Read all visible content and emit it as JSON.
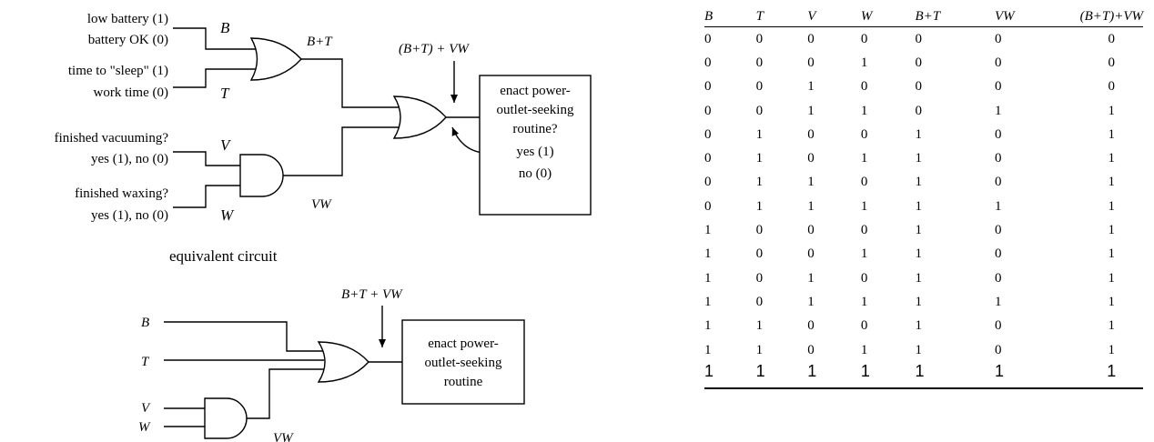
{
  "circuit": {
    "inputs": {
      "B": {
        "line1": "low battery (1)",
        "line2": "battery OK (0)",
        "var": "B"
      },
      "T": {
        "line1": "time to \"sleep\" (1)",
        "line2": "work time (0)",
        "var": "T"
      },
      "V": {
        "line1": "finished vacuuming?",
        "line2": "yes (1), no (0)",
        "var": "V"
      },
      "W": {
        "line1": "finished waxing?",
        "line2": "yes (1), no (0)",
        "var": "W"
      }
    },
    "or_out_label": "B+T",
    "and_out_label": "VW",
    "final_label": "(B+T) + VW",
    "box_lines": [
      "enact power-",
      "outlet-seeking",
      "routine?",
      "yes (1)",
      "no (0)"
    ]
  },
  "equivalent": {
    "title": "equivalent circuit",
    "inputs": [
      "B",
      "T",
      "V",
      "W"
    ],
    "final_label": "B+T + VW",
    "and_out_label": "VW",
    "box_lines": [
      "enact power-",
      "outlet-seeking",
      "routine"
    ]
  },
  "truth_table": {
    "headers": [
      "B",
      "T",
      "V",
      "W",
      "B+T",
      "VW",
      "(B+T)+VW"
    ],
    "rows": [
      [
        "0",
        "0",
        "0",
        "0",
        "0",
        "0",
        "0"
      ],
      [
        "0",
        "0",
        "0",
        "1",
        "0",
        "0",
        "0"
      ],
      [
        "0",
        "0",
        "1",
        "0",
        "0",
        "0",
        "0"
      ],
      [
        "0",
        "0",
        "1",
        "1",
        "0",
        "1",
        "1"
      ],
      [
        "0",
        "1",
        "0",
        "0",
        "1",
        "0",
        "1"
      ],
      [
        "0",
        "1",
        "0",
        "1",
        "1",
        "0",
        "1"
      ],
      [
        "0",
        "1",
        "1",
        "0",
        "1",
        "0",
        "1"
      ],
      [
        "0",
        "1",
        "1",
        "1",
        "1",
        "1",
        "1"
      ],
      [
        "1",
        "0",
        "0",
        "0",
        "1",
        "0",
        "1"
      ],
      [
        "1",
        "0",
        "0",
        "1",
        "1",
        "0",
        "1"
      ],
      [
        "1",
        "0",
        "1",
        "0",
        "1",
        "0",
        "1"
      ],
      [
        "1",
        "0",
        "1",
        "1",
        "1",
        "1",
        "1"
      ],
      [
        "1",
        "1",
        "0",
        "0",
        "1",
        "0",
        "1"
      ],
      [
        "1",
        "1",
        "0",
        "1",
        "1",
        "0",
        "1"
      ],
      [
        "1",
        "1",
        "1",
        "1",
        "1",
        "1",
        "1"
      ]
    ]
  }
}
